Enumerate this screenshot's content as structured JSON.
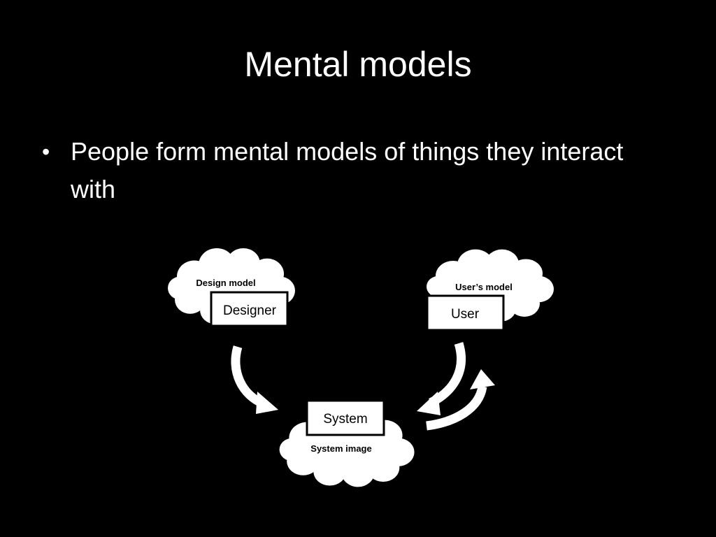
{
  "slide": {
    "title": "Mental models",
    "bullets": [
      {
        "bullet": "•",
        "text": "People form mental models of things they interact with"
      }
    ]
  },
  "diagram": {
    "design_cloud_label": "Design model",
    "designer_box_label": "Designer",
    "user_cloud_label": "User’s model",
    "user_box_label": "User",
    "system_box_label": "System",
    "system_cloud_label": "System image"
  },
  "colors": {
    "background": "#000000",
    "foreground": "#ffffff",
    "diagram_text": "#000000"
  }
}
